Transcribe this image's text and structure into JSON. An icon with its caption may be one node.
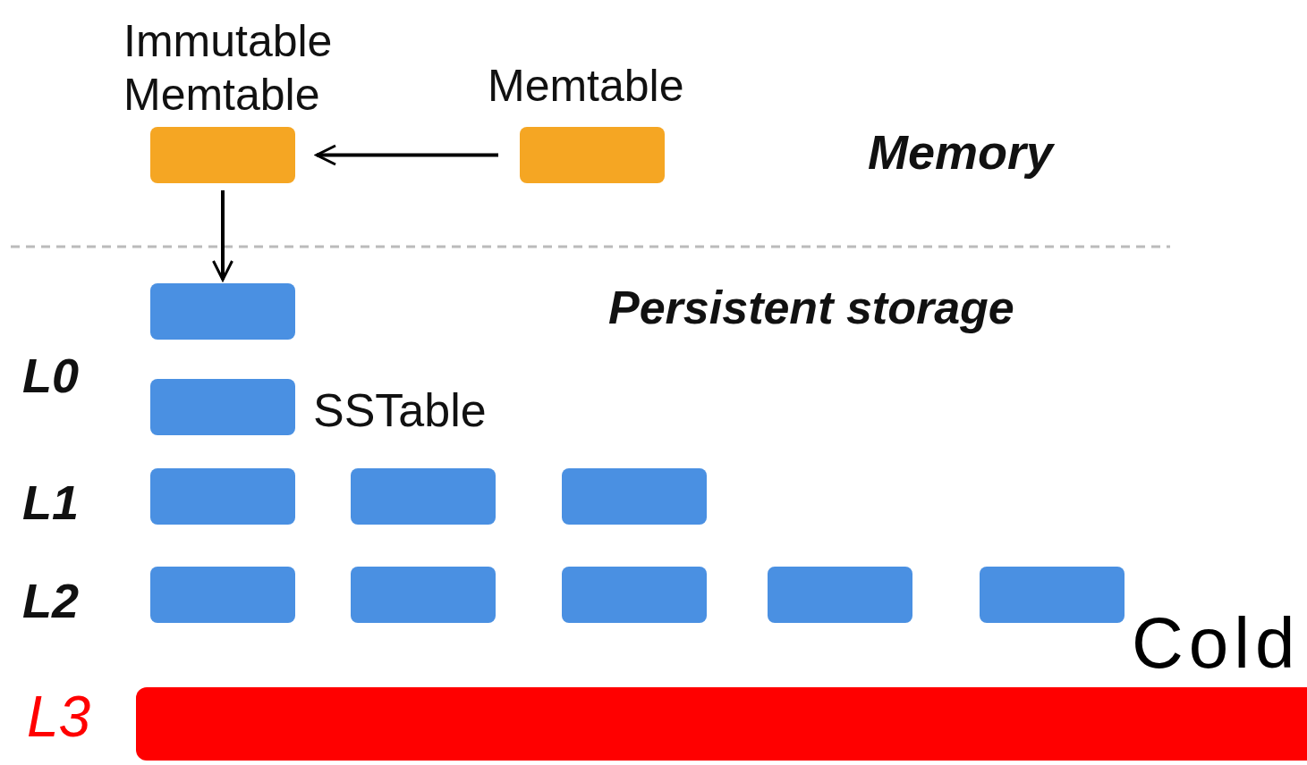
{
  "diagram": {
    "nodes": [
      {
        "text": [
          "Immutable Memtable"
        ]
      },
      {
        "text": [
          "Memtable"
        ]
      },
      {
        "text": [],
        "shape": "box"
      },
      {
        "text": [],
        "shape": "box",
        "beside": [
          "SSTable"
        ]
      },
      {
        "text": [],
        "shape": "box"
      },
      {
        "text": [],
        "shape": "box"
      },
      {
        "text": [],
        "shape": "box"
      },
      {
        "text": [],
        "shape": "box"
      },
      {
        "text": [],
        "shape": "box"
      },
      {
        "text": [],
        "shape": "box"
      },
      {
        "text": [],
        "shape": "box"
      },
      {
        "text": [],
        "shape": "box"
      },
      {
        "text": [],
        "shape": "bar"
      }
    ],
    "edges": [
      {
        "from": 1,
        "to": 0,
        "arrow": "to"
      },
      {
        "from": 0,
        "to": 2,
        "arrow": "to"
      }
    ],
    "labels": [
      "Memory",
      "Persistent storage",
      "L0",
      "L1",
      "L2",
      "Cold",
      "L3"
    ]
  }
}
